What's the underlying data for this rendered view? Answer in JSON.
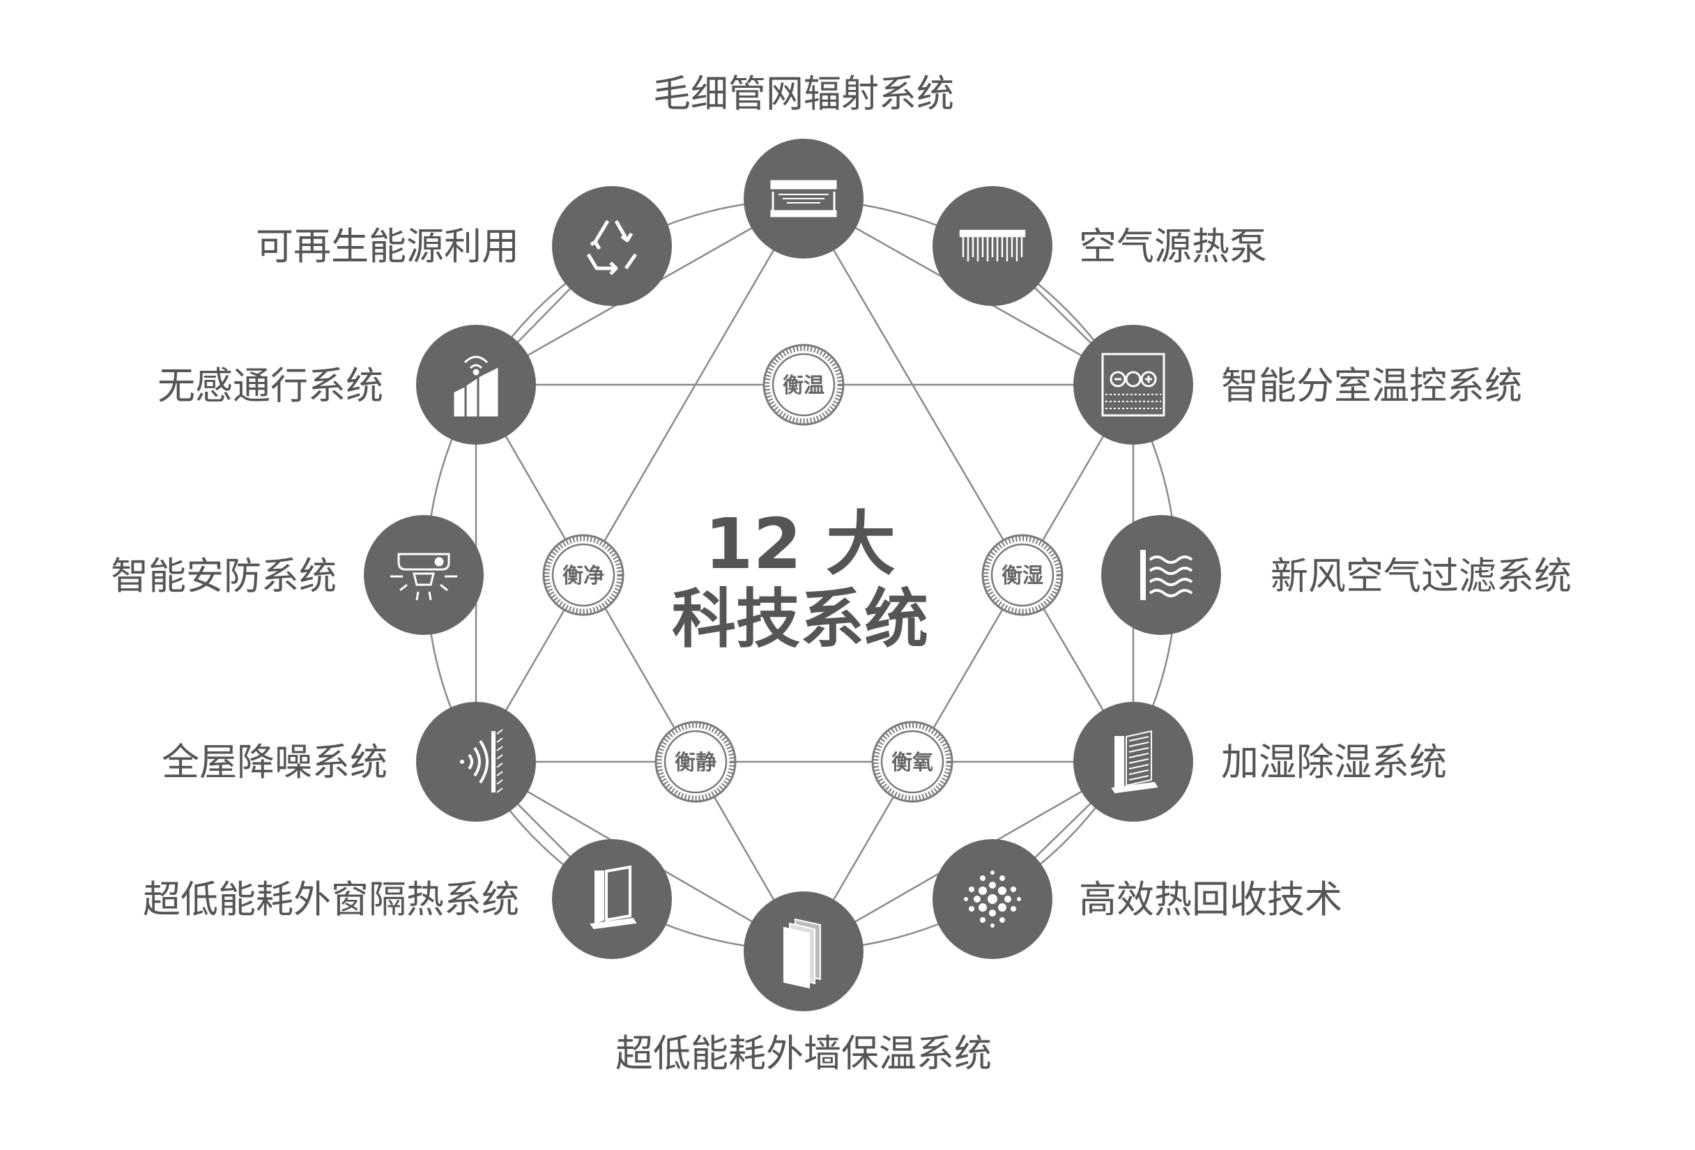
{
  "center": {
    "line1": "12 大",
    "line2": "科技系统"
  },
  "systems": [
    {
      "id": "capillary",
      "label": "毛细管网辐射系统",
      "icon": "radiant-panel-icon"
    },
    {
      "id": "heatpump",
      "label": "空气源热泵",
      "icon": "heat-pump-fins-icon"
    },
    {
      "id": "thermostat",
      "label": "智能分室温控系统",
      "icon": "thermostat-panel-icon"
    },
    {
      "id": "freshair",
      "label": "新风空气过滤系统",
      "icon": "air-filter-wave-icon"
    },
    {
      "id": "humidity",
      "label": "加湿除湿系统",
      "icon": "humidifier-panel-icon"
    },
    {
      "id": "heatrecovery",
      "label": "高效热回收技术",
      "icon": "heat-recovery-dots-icon"
    },
    {
      "id": "wall",
      "label": "超低能耗外墙保温系统",
      "icon": "insulated-wall-layers-icon"
    },
    {
      "id": "window",
      "label": "超低能耗外窗隔热系统",
      "icon": "window-frame-icon"
    },
    {
      "id": "noise",
      "label": "全屋降噪系统",
      "icon": "sound-barrier-icon"
    },
    {
      "id": "security",
      "label": "智能安防系统",
      "icon": "security-camera-alarm-icon"
    },
    {
      "id": "access",
      "label": "无感通行系统",
      "icon": "wireless-signal-bars-icon"
    },
    {
      "id": "renewable",
      "label": "可再生能源利用",
      "icon": "recycle-icon"
    }
  ],
  "hubs": [
    {
      "id": "warm",
      "label": "衡温"
    },
    {
      "id": "clean",
      "label": "衡净"
    },
    {
      "id": "humid",
      "label": "衡湿"
    },
    {
      "id": "quiet",
      "label": "衡静"
    },
    {
      "id": "oxy",
      "label": "衡氧"
    }
  ],
  "colors": {
    "node": "#666666",
    "line": "#8a8a8a",
    "text": "#555555",
    "icon": "#ffffff",
    "hub_ring": "#7a7a7a"
  }
}
